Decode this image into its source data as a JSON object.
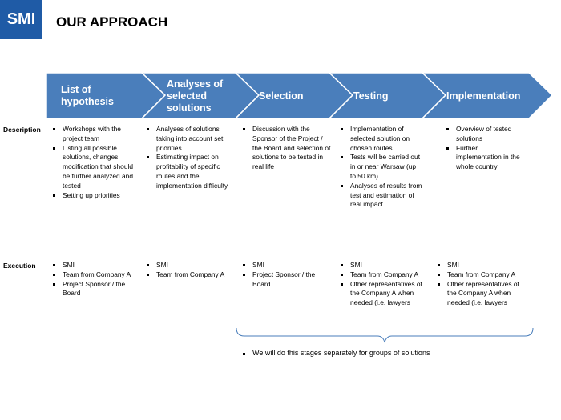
{
  "logo": "SMI",
  "title": "OUR APPROACH",
  "stages": [
    "List of hypothesis",
    "Analyses of selected solutions",
    "Selection",
    "Testing",
    "Implementation"
  ],
  "rows": {
    "description_label": "Description",
    "execution_label": "Execution"
  },
  "description": [
    [
      "Workshops with the project team",
      "Listing all possible solutions, changes, modification that should be further analyzed and tested",
      "Setting up priorities"
    ],
    [
      "Analyses of solutions taking into account set priorities",
      "Estimating impact on profitability of specific routes and the implementation difficulty"
    ],
    [
      "Discussion with the Sponsor of the Project / the Board and selection of solutions to be tested in real life"
    ],
    [
      "Implementation of selected solution on chosen routes",
      "Tests will be carried out in or near Warsaw (up to 50 km)",
      "Analyses of results from test and estimation of real impact"
    ],
    [
      "Overview of tested solutions",
      "Further implementation in the whole country"
    ]
  ],
  "execution": [
    [
      "SMI",
      "Team from Company A",
      "Project Sponsor / the Board"
    ],
    [
      "SMI",
      "Team from Company A"
    ],
    [
      "SMI",
      "Project Sponsor / the Board"
    ],
    [
      "SMI",
      "Team from Company A",
      "Other representatives of the Company A when needed (i.e. lawyers"
    ],
    [
      "SMI",
      "Team from Company A",
      "Other representatives of the Company A when needed (i.e. lawyers"
    ]
  ],
  "note": "We will do this stages separately for groups of solutions",
  "colors": {
    "chevron": "#4a7ebb",
    "chevron_stroke": "#ffffff",
    "logo_bg": "#1f5ba6",
    "bracket": "#4a7ebb"
  }
}
